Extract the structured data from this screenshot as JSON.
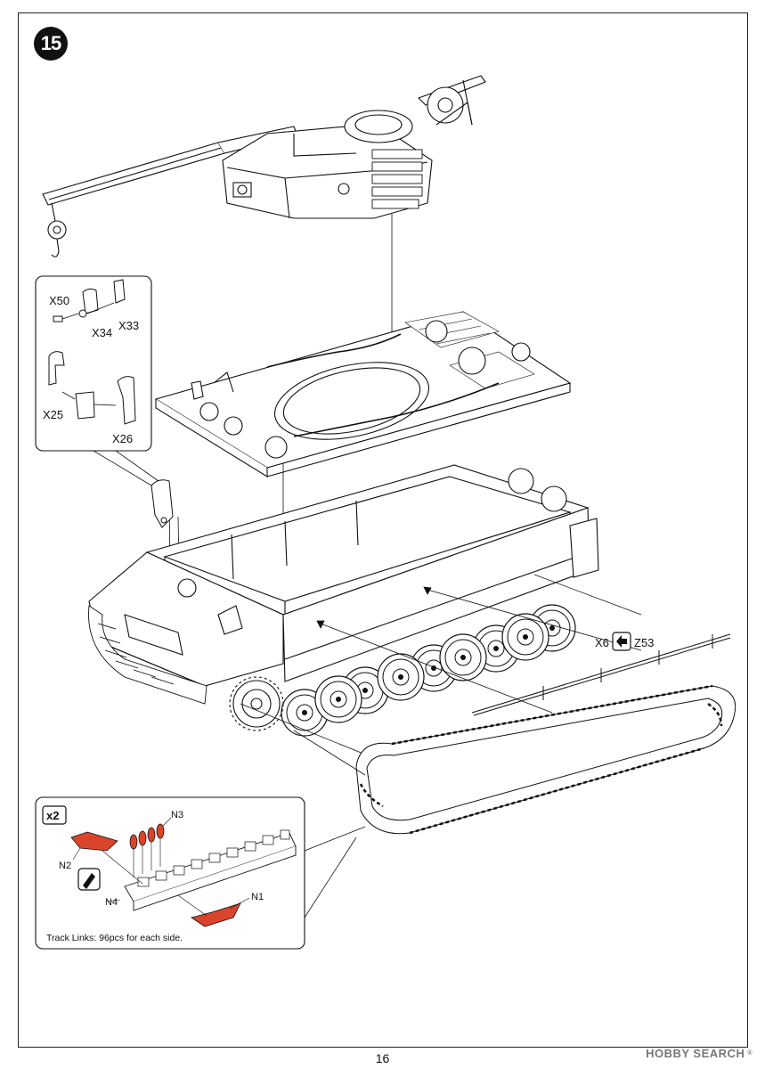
{
  "step": {
    "number": "15"
  },
  "callout_upper": {
    "labels": {
      "x50": "X50",
      "x34": "X34",
      "x33": "X33",
      "x25": "X25",
      "x26": "X26"
    }
  },
  "hull_callout": {
    "x6": "X6",
    "z53": "Z53"
  },
  "track_detail": {
    "multiplier": "x2",
    "labels": {
      "n1": "N1",
      "n2": "N2",
      "n3": "N3",
      "n4": "N4"
    },
    "note": "Track Links: 96pcs for each side."
  },
  "footer": {
    "page_number": "16"
  },
  "watermark": {
    "brand": "HOBBY SEARCH",
    "registered_mark": "®"
  },
  "colors": {
    "line": "#111111",
    "accent_parts": "#d9452b",
    "background": "#ffffff"
  },
  "icons": [
    "glue-cement-icon",
    "direction-arrow-icon"
  ]
}
